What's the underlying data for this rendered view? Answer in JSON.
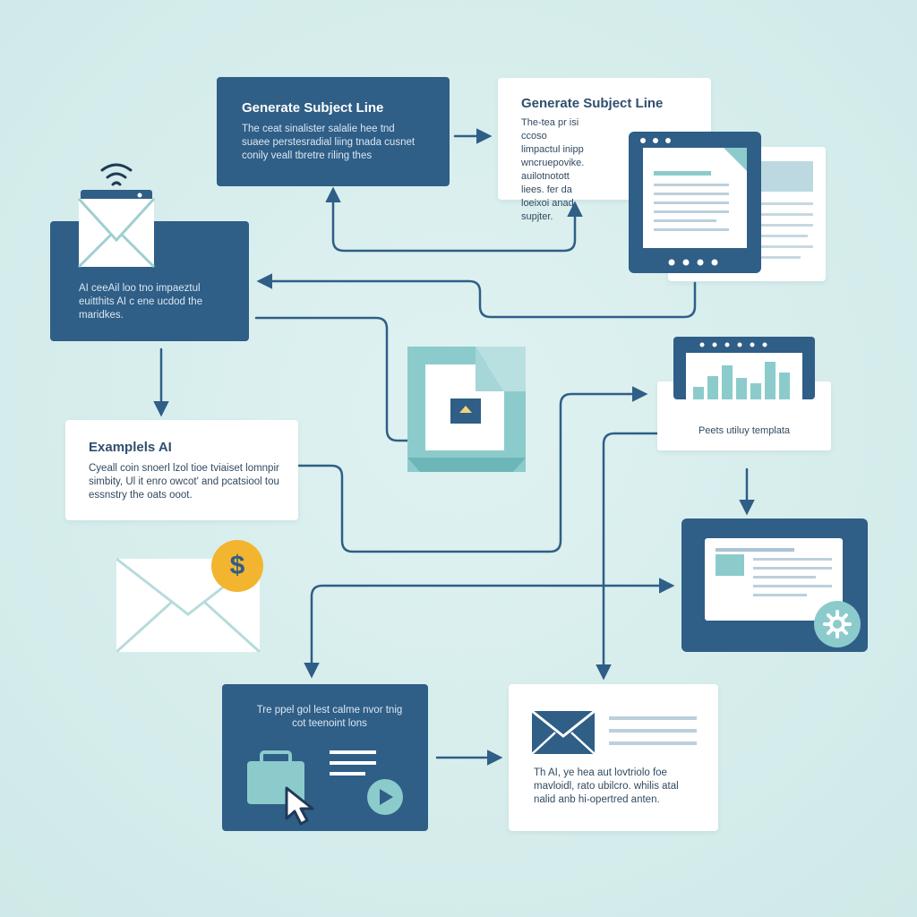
{
  "colors": {
    "background": "#d3ecec",
    "navy": "#2f5e87",
    "teal": "#8ccbcb",
    "white": "#ffffff",
    "gold": "#f3b530",
    "line": "#2f5e87"
  },
  "nodes": {
    "subject_primary": {
      "title": "Generate Subject Line",
      "body": "The ceat sinalister salalie hee tnd suaee perstesradial liing tnada cusnet conily veall tbretre riling thes"
    },
    "subject_secondary": {
      "title": "Generate Subject Line",
      "body": "The-tea pr isi ccoso limpactul inipp wncruepovike. auilotnotott liees. fer da loeixoi anad supjter."
    },
    "ai_personalize": {
      "body": "AI ceeAil loo tno impaeztul euitthits AI c ene ucdod the maridkes.",
      "icon": "envelope-with-wifi-icon"
    },
    "examples": {
      "title": "Examplels AI",
      "body": "Cyeall coin snoerl lzol tioe tviaiset lomnpir simbity, Ul it enro owcot' and pcatsiool tou essnstry the oats ooot."
    },
    "template": {
      "caption": "Peets utiluy templata",
      "icon": "bar-chart-icon"
    },
    "launch": {
      "body": "Tre ppel gol lest calme nvor tnig cot teenoint lons",
      "icons": [
        "briefcase-icon",
        "cursor-icon",
        "play-icon"
      ]
    },
    "send": {
      "body": "Th AI, ye hea aut lovtriolo foe mavloidl, rato ubilcro. whilis atal nalid anb hi-opertred anten.",
      "icon": "envelope-icon"
    },
    "decor": {
      "tablet_icon": "tablet-document-icon",
      "document_icon": "document-icon",
      "settings_icon": "gear-icon",
      "money_icon": "dollar-icon",
      "money_symbol": "$",
      "center_icon": "document-box-icon",
      "dashboard_icon": "dashboard-icon"
    }
  }
}
